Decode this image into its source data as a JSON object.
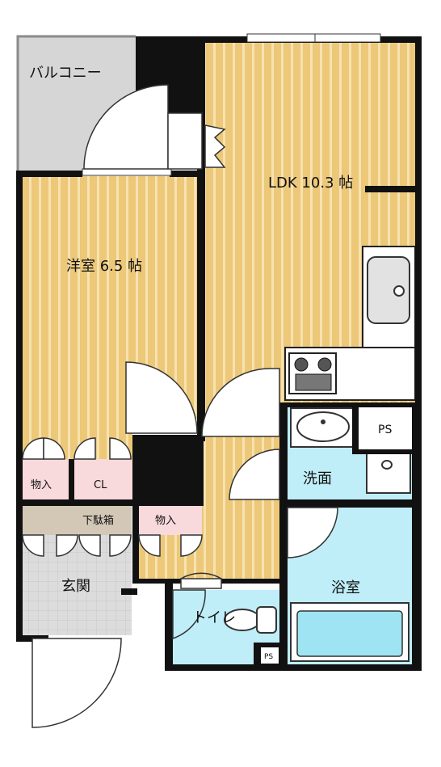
{
  "rooms": {
    "balcony": "バルコニー",
    "ldk": "LDK 10.3 帖",
    "western": "洋室 6.5 帖",
    "storage1": "物入",
    "closet": "CL",
    "shoe_box": "下駄箱",
    "storage2": "物入",
    "entrance": "玄関",
    "washroom": "洗面",
    "bathroom": "浴室",
    "toilet": "トイレ",
    "ps1": "PS",
    "ps2": "PS"
  },
  "colors": {
    "wall": "#111111",
    "wood_floor": "#ecc878",
    "wood_stripe": "#f7e2b0",
    "wet_area": "#bfeef8",
    "storage": "#f8d9dc",
    "shoe_box": "#d3c8b6",
    "entrance_tile": "#dcdcdc",
    "balcony": "#d6d6d6"
  }
}
